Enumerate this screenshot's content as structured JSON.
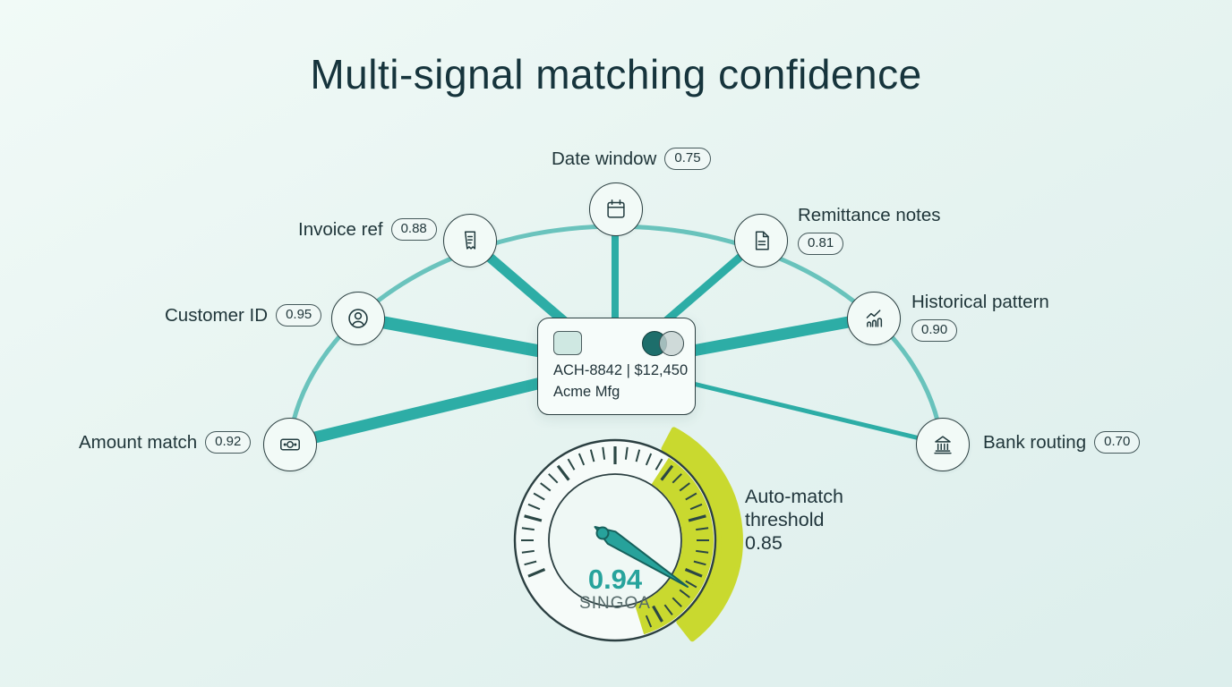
{
  "title": "Multi-signal matching confidence",
  "colors": {
    "teal_accent": "#2dada6",
    "yellow_band": "#c9d92f",
    "ink": "#2b3f41",
    "gauge_value_teal": "#27a39c"
  },
  "signals": [
    {
      "label": "Amount match",
      "score": "0.92",
      "icon": "banknote-icon"
    },
    {
      "label": "Customer ID",
      "score": "0.95",
      "icon": "user-icon"
    },
    {
      "label": "Invoice ref",
      "score": "0.88",
      "icon": "receipt-icon"
    },
    {
      "label": "Date window",
      "score": "0.75",
      "icon": "calendar-icon"
    },
    {
      "label": "Remittance notes",
      "score": "0.81",
      "icon": "document-icon"
    },
    {
      "label": "Historical pattern",
      "score": "0.90",
      "icon": "trend-chart-icon"
    },
    {
      "label": "Bank routing",
      "score": "0.70",
      "icon": "bank-icon"
    }
  ],
  "payment_card": {
    "line1": "ACH-8842 | $12,450",
    "line2": "Acme Mfg"
  },
  "gauge": {
    "value": "0.94",
    "caption": "SINGOA"
  },
  "threshold": {
    "line1": "Auto-match",
    "line2": "threshold",
    "value": "0.85"
  }
}
